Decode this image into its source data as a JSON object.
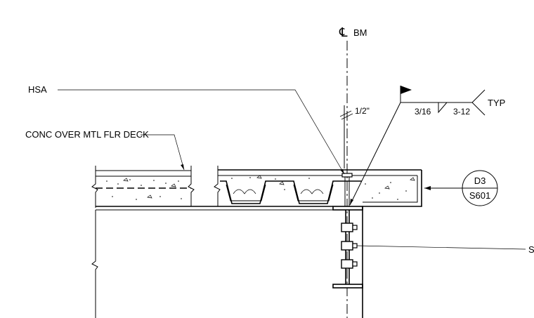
{
  "labels": {
    "centerline": "BM",
    "centerline_symbol": "℄",
    "hsa": "HSA",
    "deck": "CONC OVER MTL FLR DECK",
    "spacing": "1/2\"",
    "weld_size": "3/16",
    "weld_length": "3-12",
    "weld_note": "TYP",
    "callout_detail": "D3",
    "callout_sheet": "S601",
    "right_label": "S"
  }
}
